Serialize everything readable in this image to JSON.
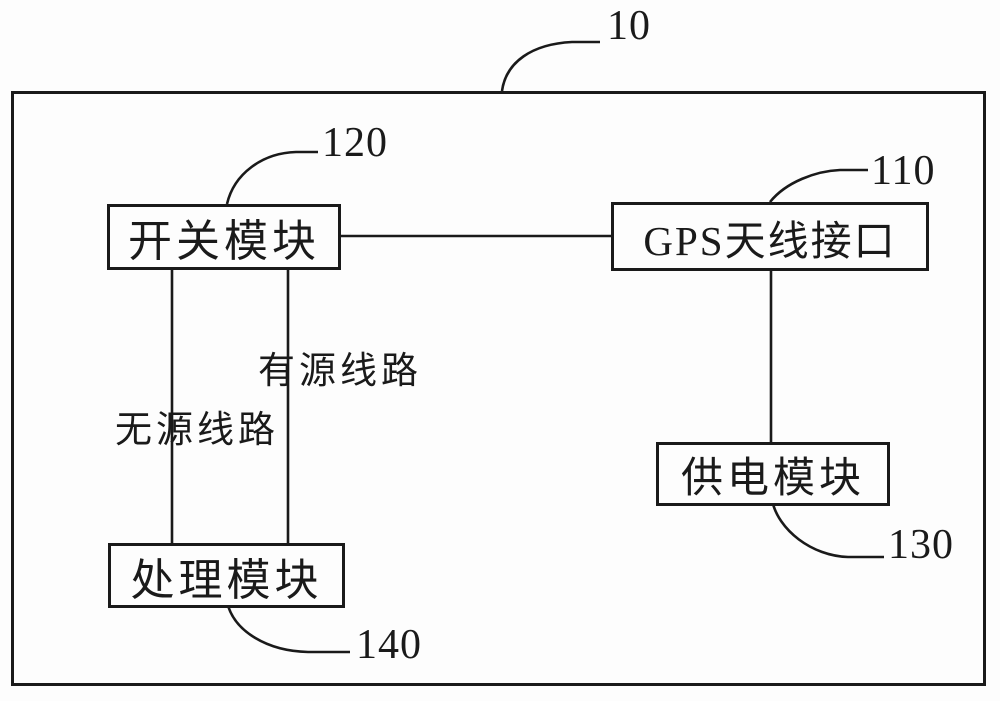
{
  "figure": {
    "colors": {
      "ink": "#1a1a1a",
      "background": "#fdfdfd"
    },
    "root_ref": "10",
    "boxes": [
      {
        "label": "开关模块",
        "ref": "120"
      },
      {
        "label": "GPS天线接口",
        "ref": "110"
      },
      {
        "label": "供电模块",
        "ref": "130"
      },
      {
        "label": "处理模块",
        "ref": "140"
      }
    ],
    "connection_labels": [
      {
        "text": "无源线路"
      },
      {
        "text": "有源线路"
      }
    ]
  }
}
